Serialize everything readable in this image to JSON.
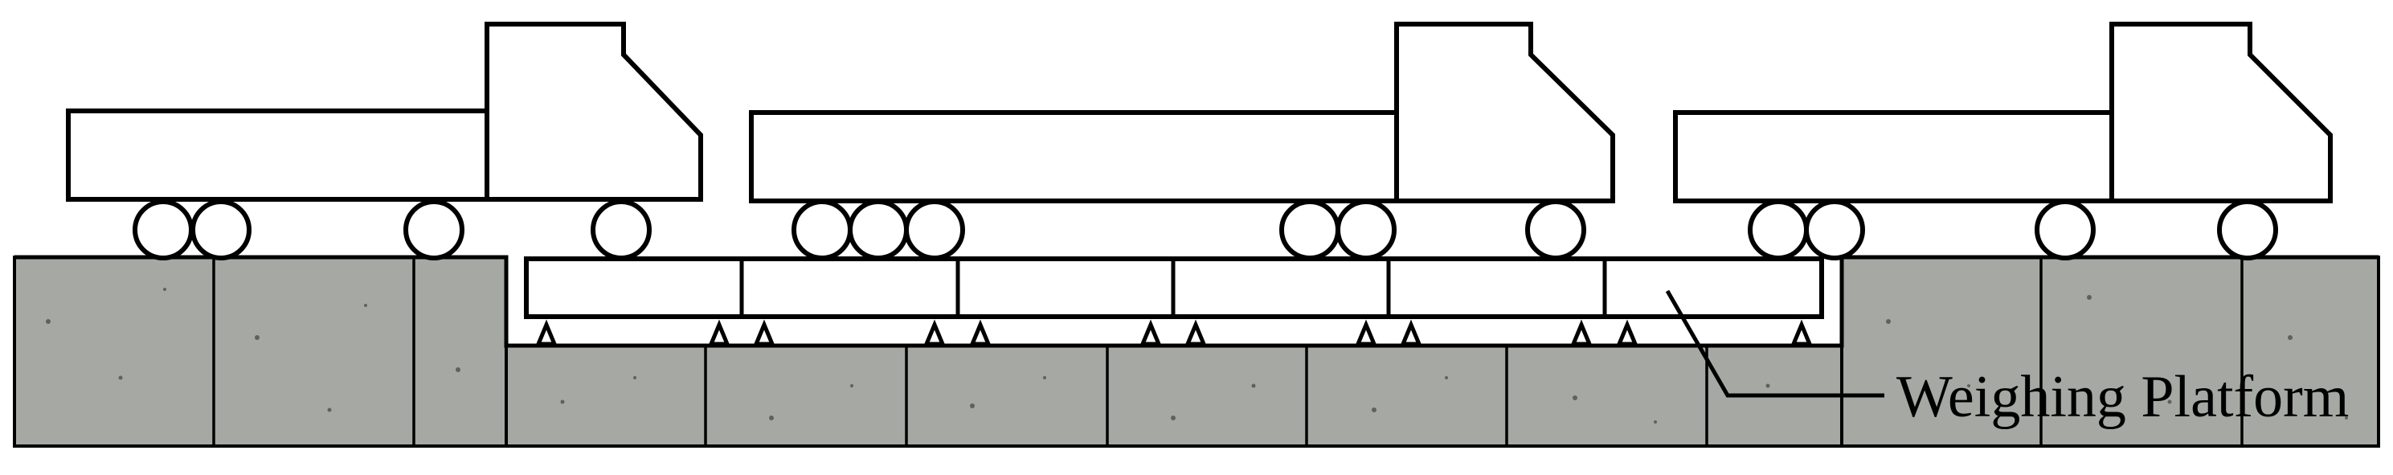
{
  "diagram": {
    "label": "Weighing Platform",
    "colors": {
      "ground": "#a6a8a3",
      "outline": "#000000",
      "background": "#ffffff"
    },
    "truck_count": 3,
    "platform_segment_count": 6
  }
}
